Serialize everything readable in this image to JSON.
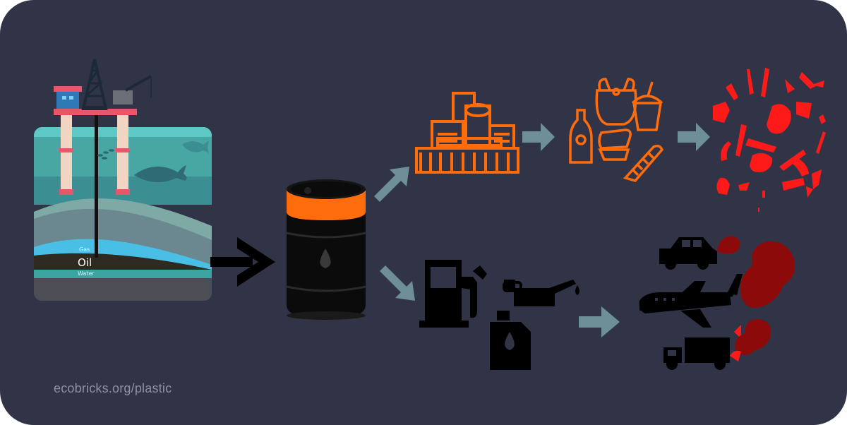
{
  "diagram": {
    "reservoir_labels": {
      "gas": "Gas",
      "oil": "Oil",
      "water": "Water"
    },
    "icons": [
      "offshore-oil-rig-icon",
      "oil-barrel-icon",
      "refinery-factory-icon",
      "plastic-products-icon",
      "plastic-waste-icon",
      "fuel-pump-icon",
      "oil-can-icon",
      "motor-oil-jug-icon",
      "car-icon",
      "airplane-icon",
      "truck-icon",
      "exhaust-smoke-icon"
    ],
    "colors": {
      "background": "#313447",
      "refinery_orange": "#ff6c0c",
      "waste_red": "#ff1a1a",
      "smoke_dark_red": "#8c0a0a",
      "arrow_teal": "#6e8f98"
    }
  },
  "footer": {
    "source": "ecobricks.org/plastic"
  }
}
